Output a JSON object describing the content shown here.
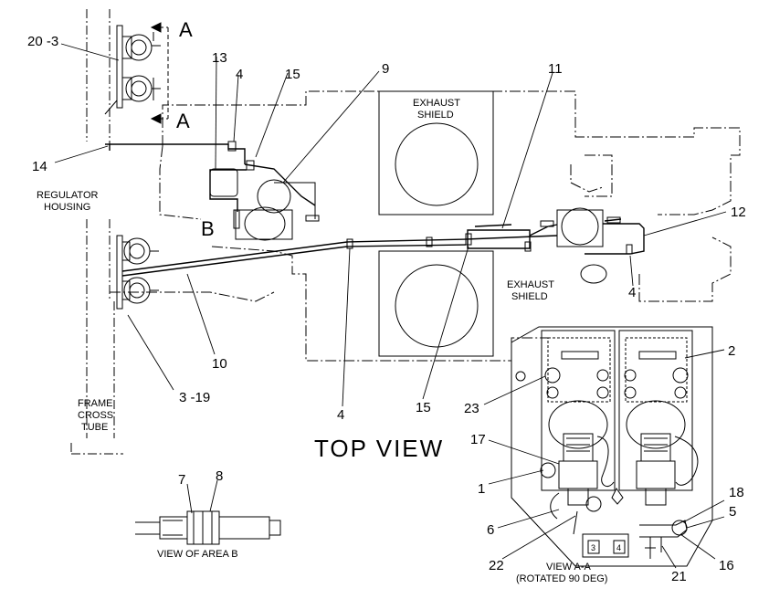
{
  "labels": {
    "title": "TOP VIEW",
    "section_a_top": "A",
    "section_a_bottom": "A",
    "area_b": "B",
    "regulator_1": "REGULATOR",
    "regulator_2": "HOUSING",
    "frame_1": "FRAME",
    "frame_2": "CROSS",
    "frame_3": "TUBE",
    "exhaust_1_a": "EXHAUST",
    "exhaust_1_b": "SHIELD",
    "exhaust_2_a": "EXHAUST",
    "exhaust_2_b": "SHIELD",
    "view_b": "VIEW OF AREA B",
    "view_aa_1": "VIEW A-A",
    "view_aa_2": "(ROTATED 90 DEG)"
  },
  "callouts": {
    "c20_3": "20 -3",
    "c13": "13",
    "c4a": "4",
    "c15a": "15",
    "c9": "9",
    "c11": "11",
    "c14": "14",
    "c12": "12",
    "c4b": "4",
    "c10": "10",
    "c3_19": "3 -19",
    "c4c": "4",
    "c15b": "15",
    "c2": "2",
    "c23": "23",
    "c17": "17",
    "c1": "1",
    "c6": "6",
    "c22": "22",
    "c18": "18",
    "c5": "5",
    "c16": "16",
    "c21": "21",
    "c7": "7",
    "c8": "8",
    "box_3": "3",
    "box_4": "4"
  }
}
